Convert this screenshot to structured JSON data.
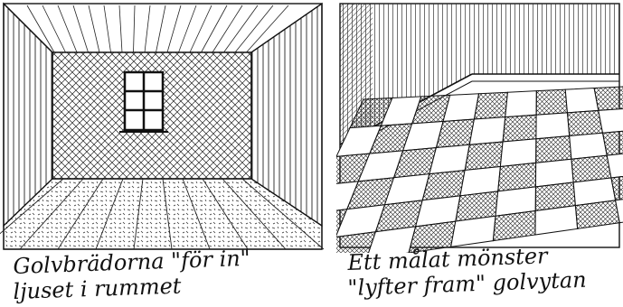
{
  "left_panel": {
    "caption_line1": "Golvbrädorna \"för in\"",
    "caption_line2": "ljuset i rummet"
  },
  "right_panel": {
    "caption_line1": "Ett målat mönster",
    "caption_line2": "\"lyfter fram\" golvytan"
  },
  "colors": {
    "ink": "#111111",
    "paper": "#ffffff"
  },
  "icons": {
    "left": "room-with-window-sketch",
    "right": "checkered-floor-sketch"
  }
}
